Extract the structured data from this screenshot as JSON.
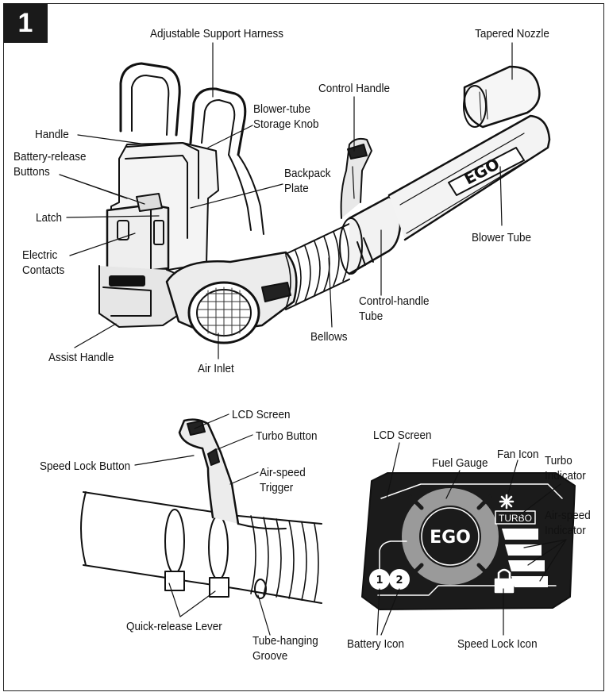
{
  "figure_number": "1",
  "labels": {
    "adjustable_support_harness": "Adjustable Support Harness",
    "tapered_nozzle": "Tapered Nozzle",
    "control_handle": "Control Handle",
    "handle": "Handle",
    "blower_tube_storage_knob": "Blower-tube\nStorage Knob",
    "battery_release_buttons": "Battery-release\nButtons",
    "backpack_plate": "Backpack\nPlate",
    "latch": "Latch",
    "blower_tube": "Blower Tube",
    "electric_contacts": "Electric\nContacts",
    "control_handle_tube": "Control-handle\nTube",
    "bellows": "Bellows",
    "assist_handle": "Assist Handle",
    "air_inlet": "Air Inlet",
    "lcd_screen_detail": "LCD Screen",
    "turbo_button": "Turbo Button",
    "speed_lock_button": "Speed Lock Button",
    "air_speed_trigger": "Air-speed\nTrigger",
    "quick_release_lever": "Quick-release Lever",
    "tube_hanging_groove": "Tube-hanging\nGroove",
    "lcd_screen_panel": "LCD Screen",
    "fuel_gauge": "Fuel Gauge",
    "fan_icon": "Fan Icon",
    "turbo_indicator": "Turbo\nIndicator",
    "air_speed_indicator": "Air-speed\nIndicator",
    "battery_icon": "Battery Icon",
    "speed_lock_icon": "Speed Lock Icon"
  },
  "panel": {
    "brand_logo": "EGO",
    "turbo_text": "TURBO",
    "battery_numbers": [
      "1",
      "2"
    ]
  },
  "product_logo": "EGO",
  "colors": {
    "ink": "#111111",
    "panel_bg": "#1b1b1b",
    "gauge": "#9a9a9a",
    "accent": "#ffffff"
  }
}
